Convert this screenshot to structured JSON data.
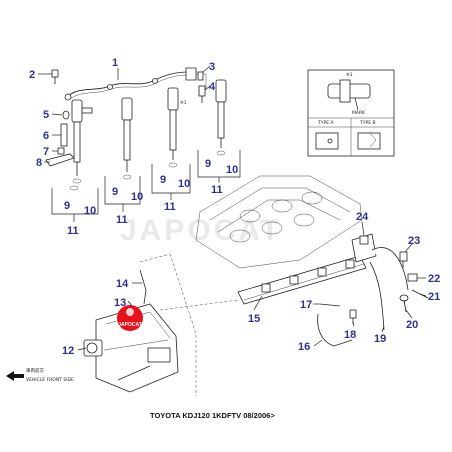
{
  "callouts": [
    {
      "id": "c1",
      "text": "1"
    },
    {
      "id": "c2",
      "text": "2"
    },
    {
      "id": "c3",
      "text": "3"
    },
    {
      "id": "c4",
      "text": "4"
    },
    {
      "id": "c5",
      "text": "5"
    },
    {
      "id": "c6",
      "text": "6"
    },
    {
      "id": "c7",
      "text": "7"
    },
    {
      "id": "c8",
      "text": "8"
    },
    {
      "id": "c9a",
      "text": "9"
    },
    {
      "id": "c10a",
      "text": "10"
    },
    {
      "id": "c11a",
      "text": "11"
    },
    {
      "id": "c9b",
      "text": "9"
    },
    {
      "id": "c10b",
      "text": "10"
    },
    {
      "id": "c11b",
      "text": "11"
    },
    {
      "id": "c9c",
      "text": "9"
    },
    {
      "id": "c10c",
      "text": "10"
    },
    {
      "id": "c11c",
      "text": "11"
    },
    {
      "id": "c9d",
      "text": "9"
    },
    {
      "id": "c10d",
      "text": "10"
    },
    {
      "id": "c11d",
      "text": "11"
    },
    {
      "id": "c12",
      "text": "12"
    },
    {
      "id": "c13",
      "text": "13"
    },
    {
      "id": "c14",
      "text": "14"
    },
    {
      "id": "c15",
      "text": "15"
    },
    {
      "id": "c16",
      "text": "16"
    },
    {
      "id": "c17",
      "text": "17"
    },
    {
      "id": "c18",
      "text": "18"
    },
    {
      "id": "c19",
      "text": "19"
    },
    {
      "id": "c20",
      "text": "20"
    },
    {
      "id": "c21",
      "text": "21"
    },
    {
      "id": "c22",
      "text": "22"
    },
    {
      "id": "c23",
      "text": "23"
    },
    {
      "id": "c24",
      "text": "24"
    }
  ],
  "labels": {
    "note1": "※1",
    "note1_detail": "※1",
    "mark": "MARK",
    "type_a": "TYPE A",
    "type_b": "TYPE B",
    "front_jp": "車両前方",
    "front_en": "VEHICLE FRONT SIDE",
    "watermark": "JAPOCAT",
    "stamp_text": "JAPOCAT",
    "caption": "TOYOTA KDJ120 1KDFTV 08/2006>"
  },
  "colors": {
    "callout": "#2e3192",
    "stamp": "#e8101a",
    "line": "#222222"
  },
  "icons": [
    "arrow-left-icon",
    "japocat-stamp-icon"
  ]
}
